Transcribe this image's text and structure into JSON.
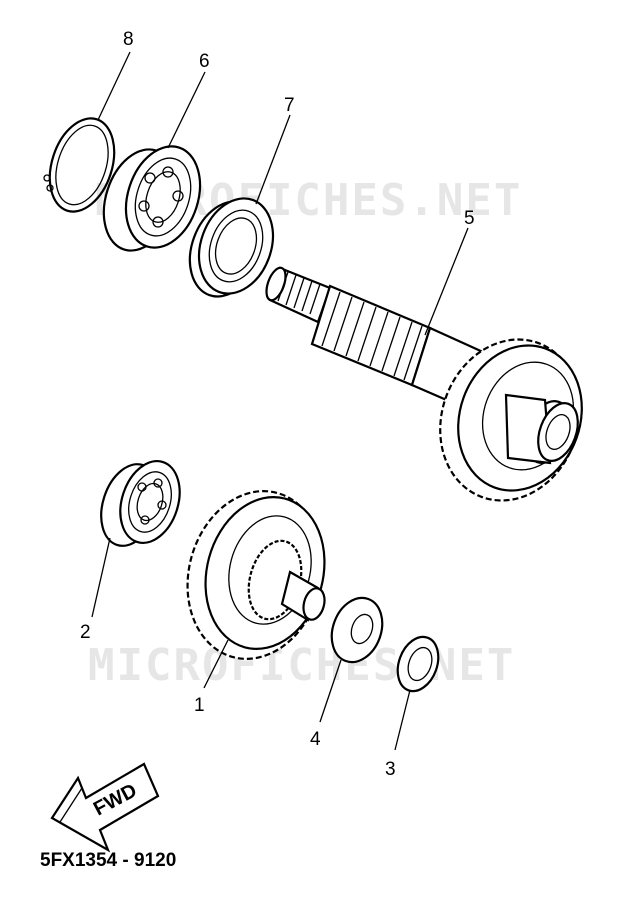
{
  "parts": [
    {
      "number": "1",
      "name": "gear"
    },
    {
      "number": "2",
      "name": "bearing"
    },
    {
      "number": "3",
      "name": "washer"
    },
    {
      "number": "4",
      "name": "washer"
    },
    {
      "number": "5",
      "name": "shaft-gear"
    },
    {
      "number": "6",
      "name": "bearing"
    },
    {
      "number": "7",
      "name": "oil-seal"
    },
    {
      "number": "8",
      "name": "circlip"
    }
  ],
  "watermark": "MICROFICHES.NET",
  "direction_label": "FWD",
  "diagram_code": "5FX1354 - 9120"
}
